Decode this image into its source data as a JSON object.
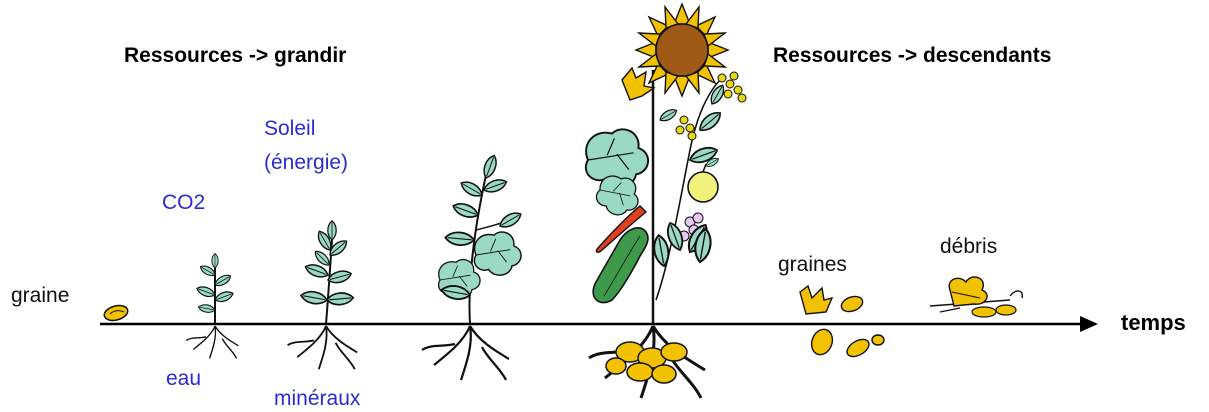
{
  "titles": {
    "growth": "Ressources -> grandir",
    "offspring": "Ressources -> descendants"
  },
  "resources": {
    "co2": "CO2",
    "sun_line1": "Soleil",
    "sun_line2": "(énergie)",
    "water": "eau",
    "minerals": "minéraux"
  },
  "stages": {
    "seed": "graine",
    "seeds": "graines",
    "debris": "débris"
  },
  "axis": {
    "label": "temps"
  },
  "colors": {
    "resource_text": "#2b2bd6",
    "leaf": "#9ad9c4",
    "seed": "#f2c200",
    "sunflower_center": "#a05a18",
    "zucchini": "#3e9a4a",
    "pepper": "#e0401c",
    "apple": "#eef27a",
    "mustard_flower": "#e8d418",
    "potato_flower": "#e8c8f0"
  },
  "icons": [
    "seed-icon",
    "seedling-icon",
    "young-plant-icon",
    "leafy-plant-icon",
    "mature-plant-icon",
    "sunflower-icon",
    "zucchini-icon",
    "pepper-icon",
    "apple-icon",
    "potato-icon",
    "seeds-icon",
    "debris-icon",
    "arrow-icon"
  ]
}
